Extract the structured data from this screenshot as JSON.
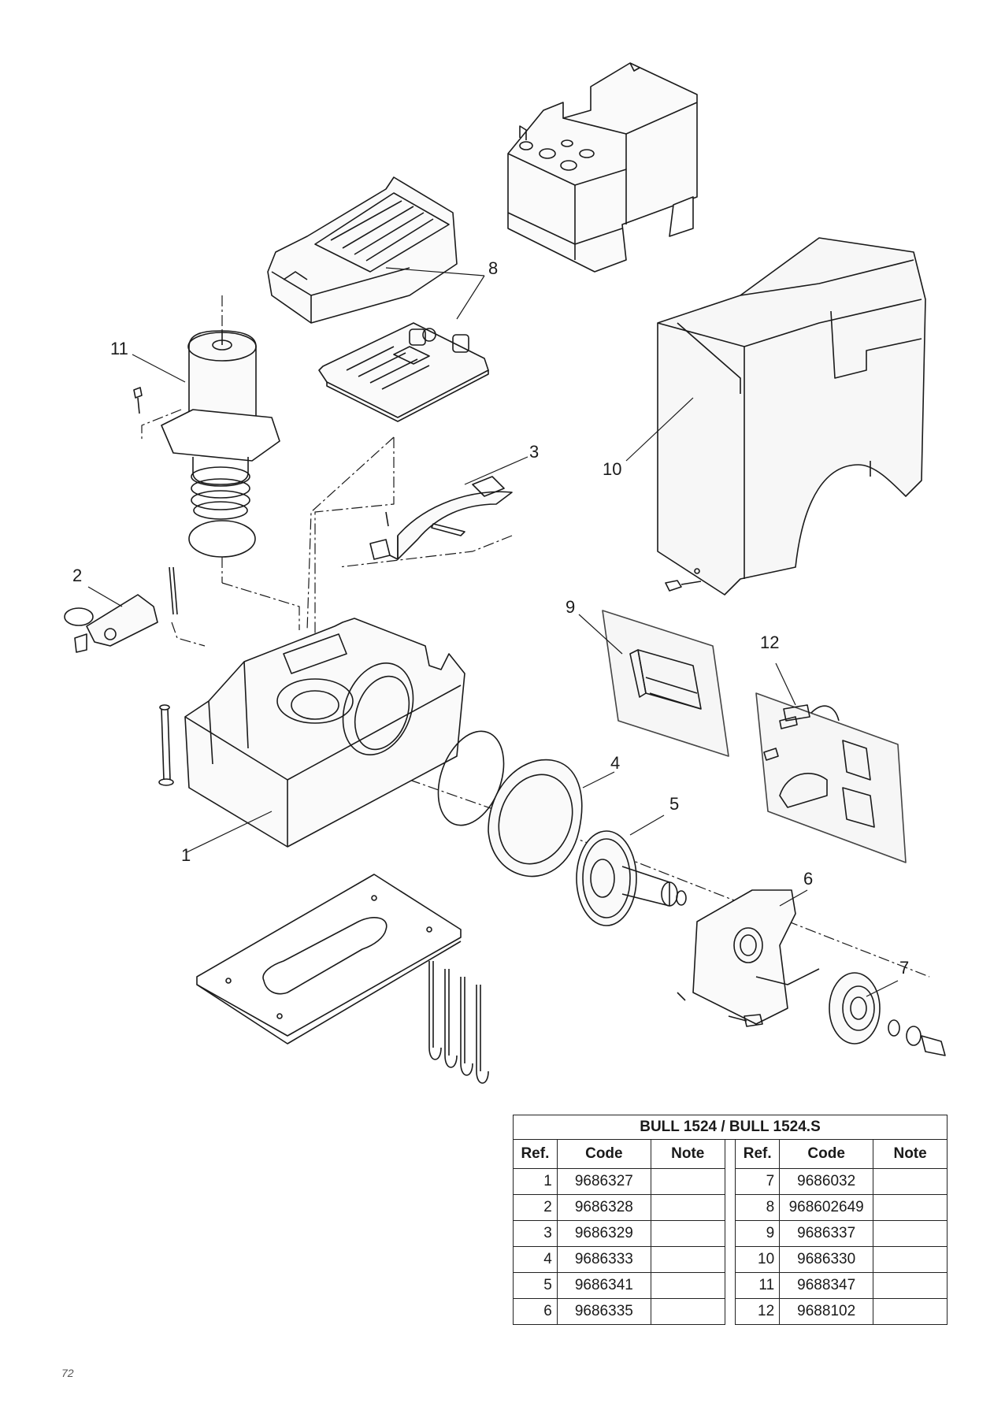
{
  "callouts": {
    "c1": "1",
    "c2": "2",
    "c3": "3",
    "c4": "4",
    "c5": "5",
    "c6": "6",
    "c7": "7",
    "c8": "8",
    "c9": "9",
    "c10": "10",
    "c11": "11",
    "c12": "12"
  },
  "table": {
    "title": "BULL 1524 / BULL 1524.S",
    "headers": {
      "ref": "Ref.",
      "code": "Code",
      "note": "Note"
    },
    "rows": [
      {
        "left_ref": "1",
        "left_code": "9686327",
        "left_note": "",
        "right_ref": "7",
        "right_code": "9686032",
        "right_note": ""
      },
      {
        "left_ref": "2",
        "left_code": "9686328",
        "left_note": "",
        "right_ref": "8",
        "right_code": "968602649",
        "right_note": ""
      },
      {
        "left_ref": "3",
        "left_code": "9686329",
        "left_note": "",
        "right_ref": "9",
        "right_code": "9686337",
        "right_note": ""
      },
      {
        "left_ref": "4",
        "left_code": "9686333",
        "left_note": "",
        "right_ref": "10",
        "right_code": "9686330",
        "right_note": ""
      },
      {
        "left_ref": "5",
        "left_code": "9686341",
        "left_note": "",
        "right_ref": "11",
        "right_code": "9688347",
        "right_note": ""
      },
      {
        "left_ref": "6",
        "left_code": "9686335",
        "left_note": "",
        "right_ref": "12",
        "right_code": "9688102",
        "right_note": ""
      }
    ]
  },
  "page_number": "72"
}
